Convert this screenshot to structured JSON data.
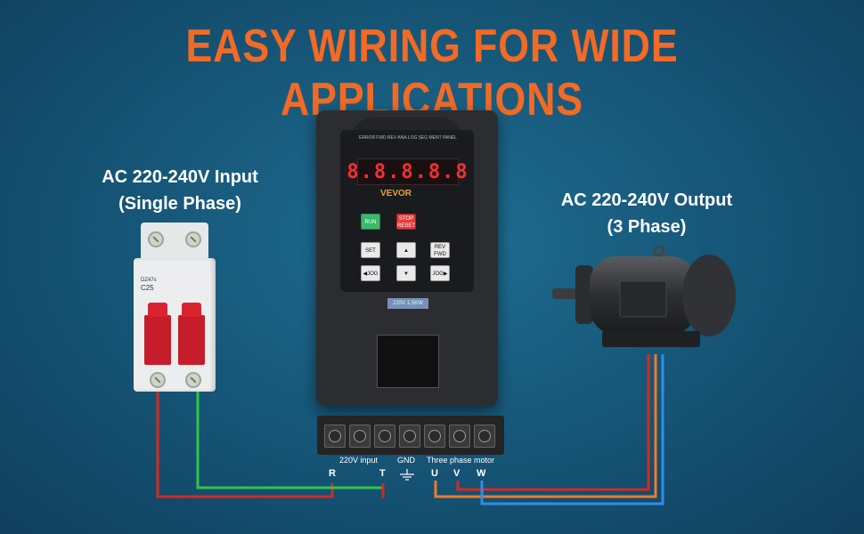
{
  "title": "EASY WIRING FOR WIDE APPLICATIONS",
  "input_label": {
    "line1": "AC 220-240V Input",
    "line2": "(Single Phase)"
  },
  "output_label": {
    "line1": "AC 220-240V Output",
    "line2": "(3 Phase)"
  },
  "breaker": {
    "model": "DZ47s",
    "rating": "C25"
  },
  "inverter": {
    "brand": "VEVOR",
    "indicators": [
      "ERROR",
      "FWD",
      "REV",
      "ANA LOG",
      "SEG MENT",
      "PANEL"
    ],
    "display": "8.8.8.8.8",
    "keys": {
      "run": "RUN",
      "stop": "STOP RESET",
      "set": "SET",
      "revfwd": "REV FWD",
      "jog_left": "JOG",
      "jog_right": "JOG"
    },
    "rating_tag": "220V 1.5KW"
  },
  "terminals": {
    "input_caption": "220V input",
    "gnd_caption": "GND",
    "motor_caption": "Three phase motor",
    "R": "R",
    "T": "T",
    "U": "U",
    "V": "V",
    "W": "W"
  },
  "colors": {
    "title": "#f26a25",
    "wire_red": "#d42a22",
    "wire_green": "#2fc44a",
    "wire_orange": "#ef7a2a",
    "wire_blue": "#2f8ee6"
  }
}
